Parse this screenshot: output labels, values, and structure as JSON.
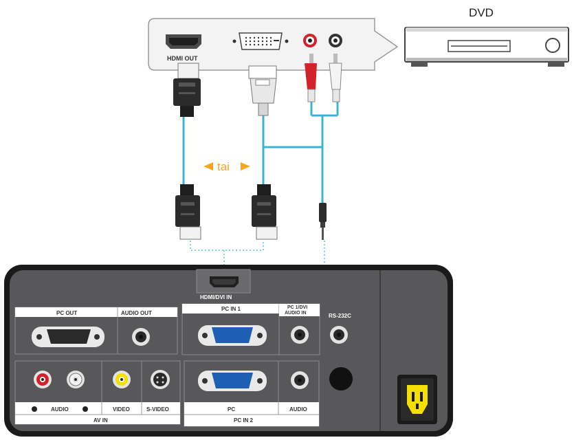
{
  "dvd": {
    "label": "DVD",
    "ports": {
      "hdmi_out": "HDMI OUT"
    }
  },
  "cable_label": "tai",
  "projector": {
    "hdmi_dvi_in": "HDMI/DVI IN",
    "pc_out": "PC OUT",
    "audio_out": "AUDIO OUT",
    "pc_in_1": "PC IN 1",
    "pc_dvi_audio_in": [
      "PC 1/DVI",
      "AUDIO IN"
    ],
    "rs232c": "RS-232C",
    "audio_left": "AUDIO",
    "video": "VIDEO",
    "s_video": "S-VIDEO",
    "av_in": "AV IN",
    "pc": "PC",
    "audio": "AUDIO",
    "pc_in_2": "PC IN 2"
  },
  "colors": {
    "cable": "#3ab4d6",
    "arrow": "#f5a623",
    "panel": "#58585a",
    "audio_red": "#d2232a",
    "video_yellow": "#f3e000"
  }
}
